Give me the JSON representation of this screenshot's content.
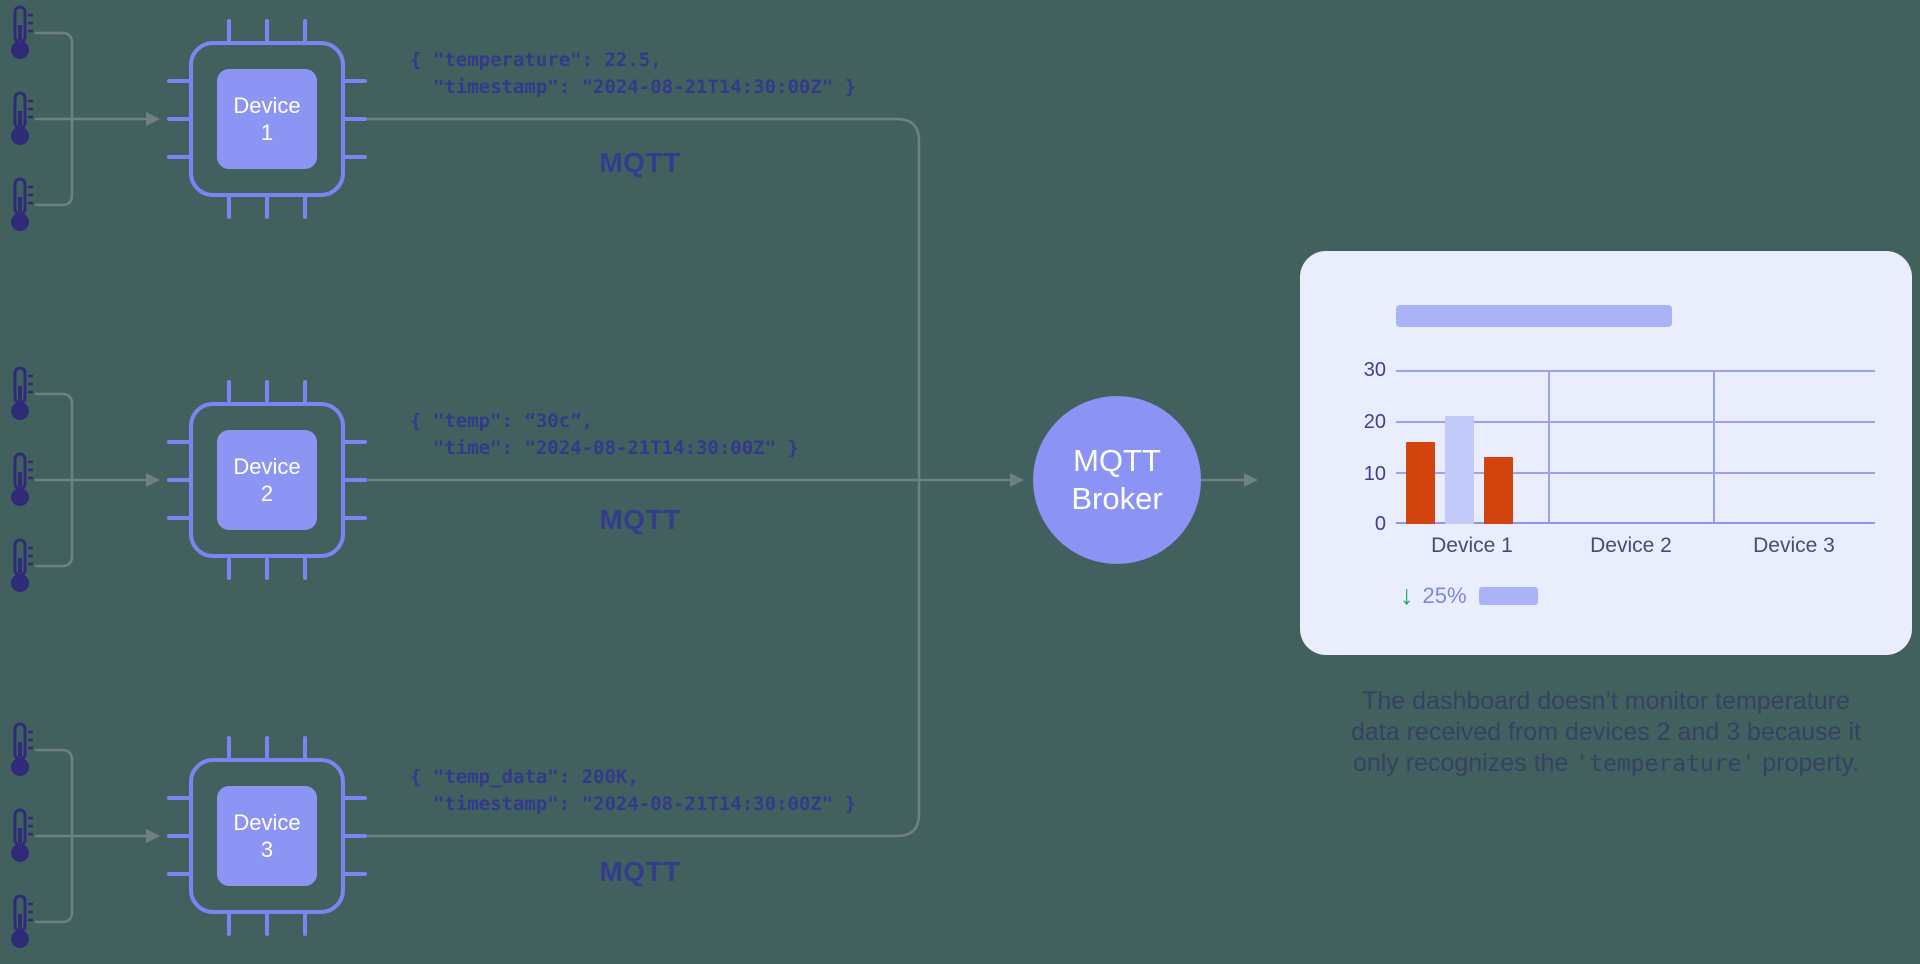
{
  "colors": {
    "accent_periwinkle": "#8b93f4",
    "chip_fill": "#8d95f4",
    "bar_red": "#d2430e",
    "bar_highlight": "#c3cafa",
    "delta_green": "#1fa567",
    "card_background": "#eaedfb",
    "connector_gray": "#6f817f"
  },
  "sensors": {
    "icon": "thermometer",
    "groups": [
      {
        "count": 3
      },
      {
        "count": 3
      },
      {
        "count": 3
      }
    ]
  },
  "devices": [
    {
      "label": [
        "Device",
        "1"
      ],
      "payload": [
        "{ \"temperature\": 22.5,",
        "  \"timestamp\": \"2024-08-21T14:30:00Z\" }"
      ],
      "protocol": "MQTT"
    },
    {
      "label": [
        "Device",
        "2"
      ],
      "payload": [
        "{ \"temp\": “30c”,",
        "  \"time\": \"2024-08-21T14:30:00Z\" }"
      ],
      "protocol": "MQTT"
    },
    {
      "label": [
        "Device",
        "3"
      ],
      "payload": [
        "{ \"temp_data\": 200K,",
        "  \"timestamp\": \"2024-08-21T14:30:00Z\" }"
      ],
      "protocol": "MQTT"
    }
  ],
  "broker": {
    "line1": "MQTT",
    "line2": "Broker"
  },
  "dashboard": {
    "kpi": {
      "arrow": "↓",
      "value": "25%"
    }
  },
  "chart_data": {
    "type": "bar",
    "categories": [
      "Device 1",
      "Device 2",
      "Device 3"
    ],
    "y_ticks": [
      0,
      10,
      20,
      30
    ],
    "ylim": [
      0,
      30
    ],
    "bars": [
      {
        "category": "Device 1",
        "value": 16,
        "color": "#d2430e"
      },
      {
        "category": "Device 1",
        "value": 21,
        "color": "#c3cafa"
      },
      {
        "category": "Device 1",
        "value": 13,
        "color": "#d2430e"
      }
    ],
    "title": "",
    "legend": "none",
    "grid": true
  },
  "caption": {
    "line1": "The dashboard doesn’t monitor temperature",
    "line2": "data received from devices 2 and 3 because it",
    "line3_prefix": "only recognizes the ",
    "line3_code": "'temperature'",
    "line3_suffix": " property."
  }
}
